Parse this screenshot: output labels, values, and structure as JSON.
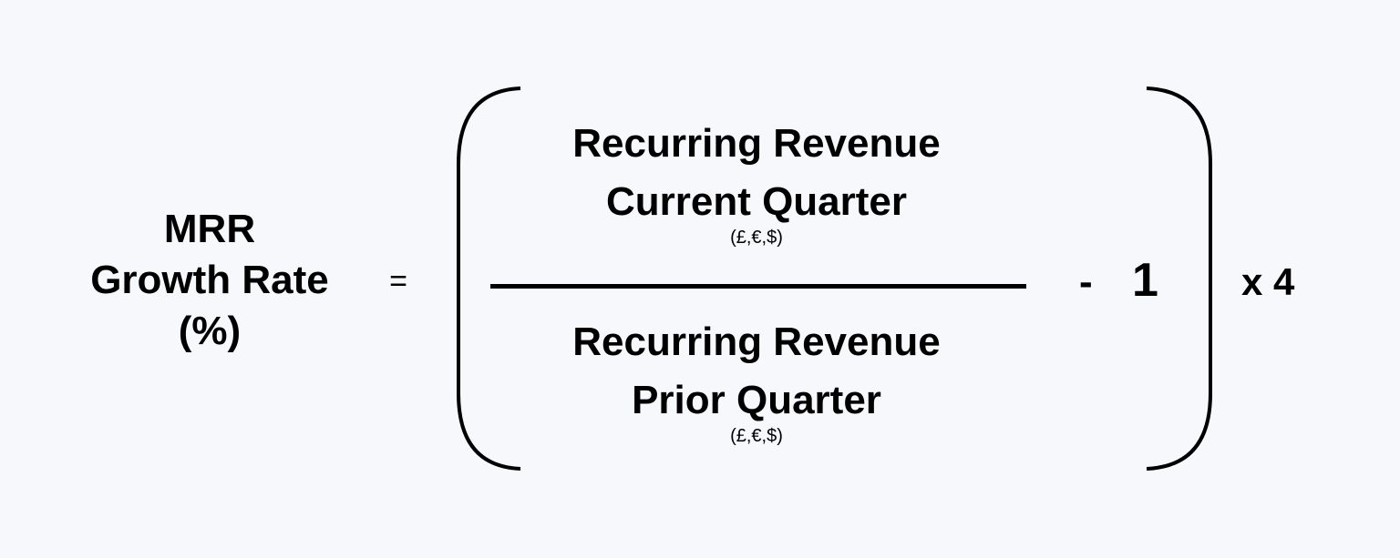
{
  "formula": {
    "lhs": {
      "lines": [
        "MRR",
        "Growth Rate",
        "(%)"
      ]
    },
    "equals": "=",
    "numerator": {
      "line1": "Recurring Revenue",
      "line2": "Current Quarter",
      "unit": "(£,€,$)"
    },
    "denominator": {
      "line1": "Recurring Revenue",
      "line2": "Prior Quarter",
      "unit": "(£,€,$)"
    },
    "minus": "-",
    "one": "1",
    "multiplier": "x 4"
  },
  "colors": {
    "background": "#f7f8fc",
    "ink": "#000000"
  }
}
